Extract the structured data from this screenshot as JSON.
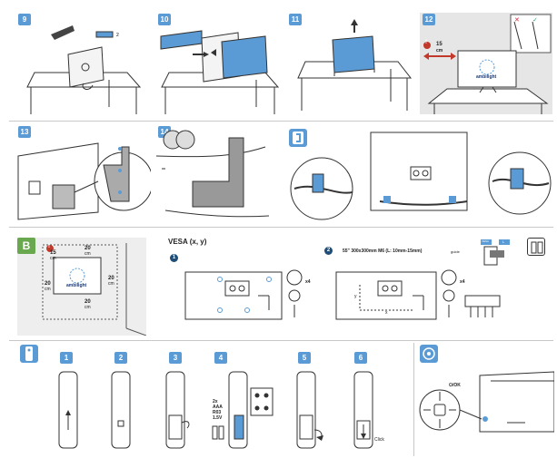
{
  "steps_top": [
    {
      "num": "9"
    },
    {
      "num": "10"
    },
    {
      "num": "11"
    },
    {
      "num": "12"
    }
  ],
  "step12": {
    "gap_value": "15",
    "gap_unit": "cm",
    "warning_mark": "!",
    "logo_text": "ambilight"
  },
  "steps_middle": [
    {
      "num": "13"
    },
    {
      "num": "14"
    }
  ],
  "sectionB": {
    "label": "B",
    "logo_text": "ambilight",
    "warning_mark": "!",
    "dims": [
      {
        "value": "15",
        "unit": "cm"
      },
      {
        "value": "20",
        "unit": "cm"
      },
      {
        "value": "20",
        "unit": "cm"
      },
      {
        "value": "20",
        "unit": "cm"
      },
      {
        "value": "20",
        "unit": "cm"
      }
    ]
  },
  "vesa": {
    "title": "VESA (x, y)",
    "option1_num": "1",
    "option2_num": "2",
    "option2_spec": "55\" 300x300mm M6 (L: 10mm-15mm)",
    "option2_spec_suffix": "guide",
    "screw_count_1": "x4",
    "screw_count_2": "x4",
    "x_label": "x",
    "y_label": "y",
    "sizes_tag_a": "VESA",
    "sizes_tag_b": "L"
  },
  "remote_steps": [
    {
      "num": "1"
    },
    {
      "num": "2"
    },
    {
      "num": "3"
    },
    {
      "num": "4"
    },
    {
      "num": "5"
    },
    {
      "num": "6"
    }
  ],
  "battery": {
    "line1": "2x",
    "line2": "AAA",
    "line3": "R03",
    "line4": "1.5V"
  },
  "click_label": "Click",
  "joystick_label": "⏻/OK"
}
